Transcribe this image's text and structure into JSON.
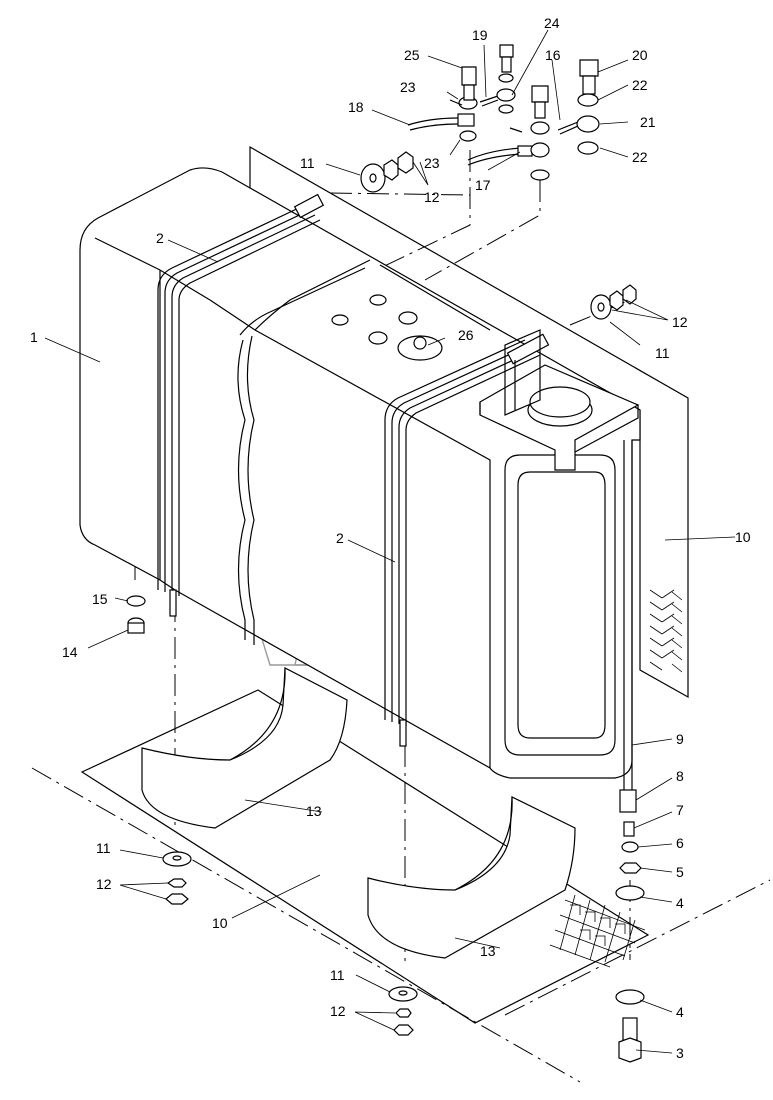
{
  "diagram": {
    "callouts": [
      {
        "id": "c1",
        "text": "1"
      },
      {
        "id": "c2a",
        "text": "2"
      },
      {
        "id": "c2b",
        "text": "2"
      },
      {
        "id": "c3",
        "text": "3"
      },
      {
        "id": "c4a",
        "text": "4"
      },
      {
        "id": "c4b",
        "text": "4"
      },
      {
        "id": "c5",
        "text": "5"
      },
      {
        "id": "c6",
        "text": "6"
      },
      {
        "id": "c7",
        "text": "7"
      },
      {
        "id": "c8",
        "text": "8"
      },
      {
        "id": "c9",
        "text": "9"
      },
      {
        "id": "c10a",
        "text": "10"
      },
      {
        "id": "c10b",
        "text": "10"
      },
      {
        "id": "c11a",
        "text": "11"
      },
      {
        "id": "c11b",
        "text": "11"
      },
      {
        "id": "c11c",
        "text": "11"
      },
      {
        "id": "c11d",
        "text": "11"
      },
      {
        "id": "c12a",
        "text": "12"
      },
      {
        "id": "c12b",
        "text": "12"
      },
      {
        "id": "c12c",
        "text": "12"
      },
      {
        "id": "c12d",
        "text": "12"
      },
      {
        "id": "c13a",
        "text": "13"
      },
      {
        "id": "c13b",
        "text": "13"
      },
      {
        "id": "c14",
        "text": "14"
      },
      {
        "id": "c15",
        "text": "15"
      },
      {
        "id": "c16",
        "text": "16"
      },
      {
        "id": "c17",
        "text": "17"
      },
      {
        "id": "c18",
        "text": "18"
      },
      {
        "id": "c19",
        "text": "19"
      },
      {
        "id": "c20",
        "text": "20"
      },
      {
        "id": "c21",
        "text": "21"
      },
      {
        "id": "c22a",
        "text": "22"
      },
      {
        "id": "c22b",
        "text": "22"
      },
      {
        "id": "c23a",
        "text": "23"
      },
      {
        "id": "c23b",
        "text": "23"
      },
      {
        "id": "c24",
        "text": "24"
      },
      {
        "id": "c25",
        "text": "25"
      },
      {
        "id": "c26",
        "text": "26"
      }
    ]
  }
}
